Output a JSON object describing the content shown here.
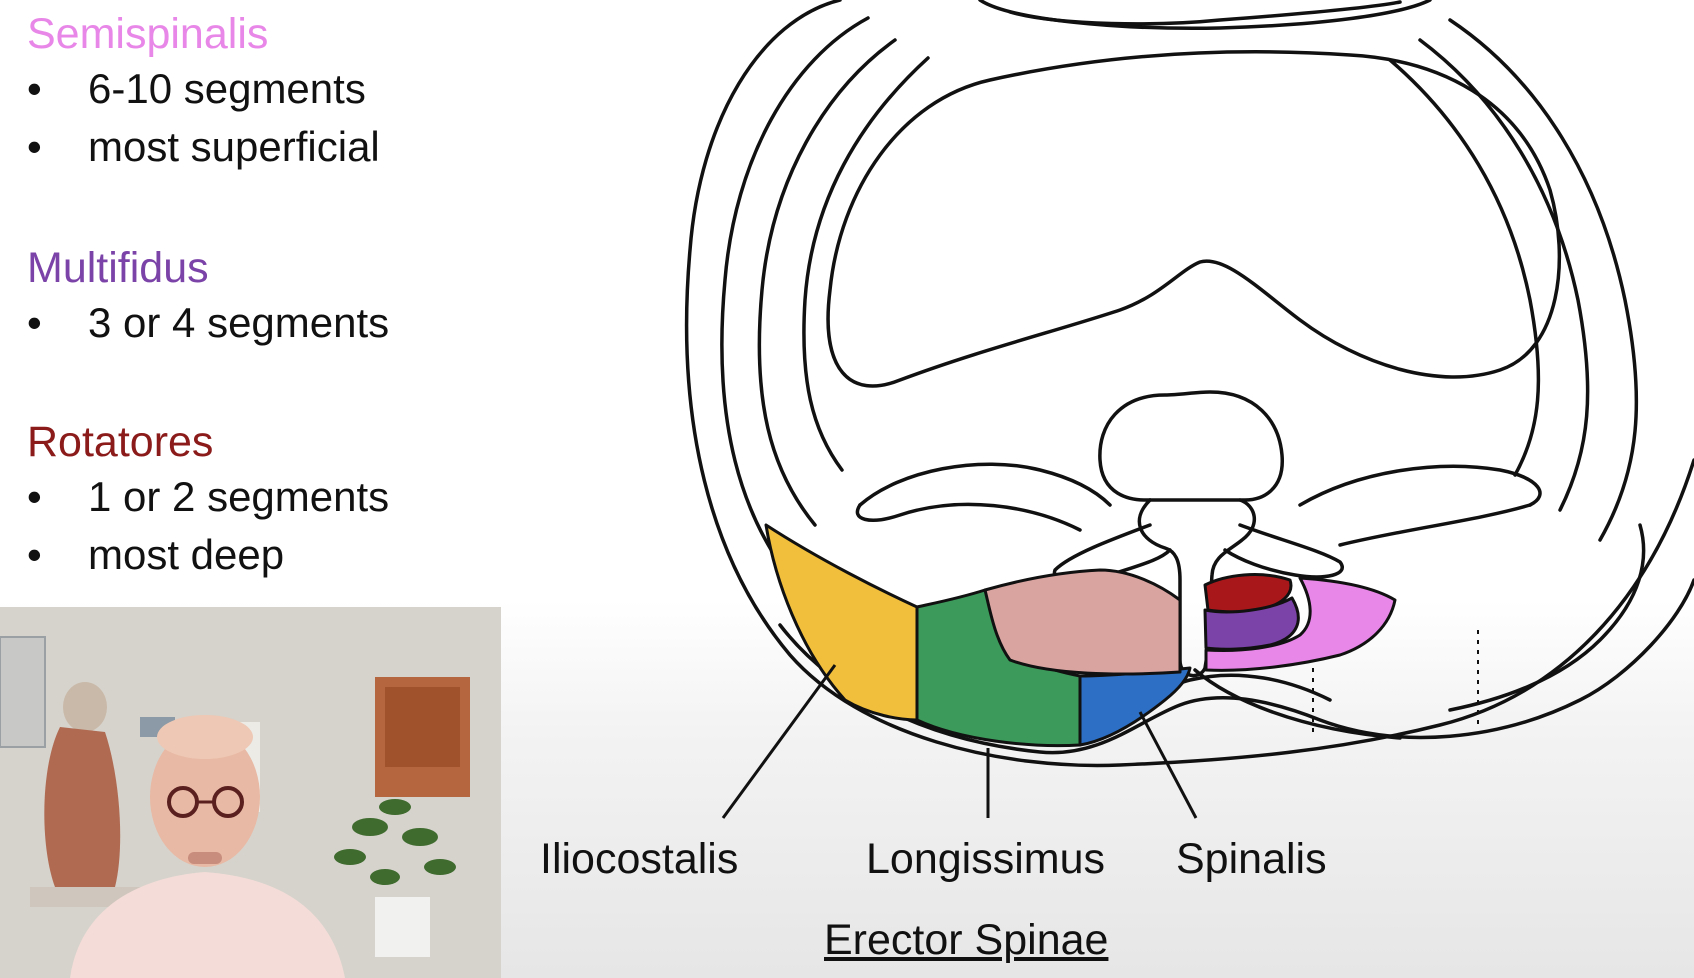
{
  "legend": {
    "semispinalis": {
      "title": "Semispinalis",
      "color": "#e887e8",
      "bullets": [
        "6-10 segments",
        "most superficial"
      ]
    },
    "multifidus": {
      "title": "Multifidus",
      "color": "#7b43a8",
      "bullets": [
        "3 or 4 segments"
      ]
    },
    "rotatores": {
      "title": "Rotatores",
      "color": "#8b1a1a",
      "bullets": [
        "1 or 2 segments",
        "most deep"
      ]
    },
    "bullet_glyph": "•"
  },
  "diagram": {
    "labels": {
      "iliocostalis": "Iliocostalis",
      "longissimus": "Longissimus",
      "spinalis": "Spinalis",
      "group": "Erector Spinae"
    },
    "colors": {
      "iliocostalis": "#f2bf3c",
      "longissimus": "#3c9a5b",
      "spinalis": "#2d6fc4",
      "pink_region": "#d9a3a0",
      "semispinalis": "#e887e8",
      "multifidus": "#7b43a8",
      "rotatores": "#a8181a"
    }
  }
}
